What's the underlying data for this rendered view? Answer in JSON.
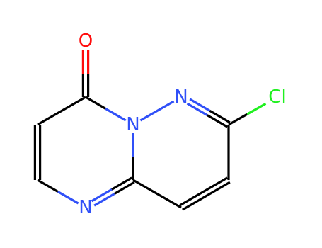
{
  "molecule": {
    "atoms": [
      {
        "id": "O1",
        "element": "O",
        "label": "O",
        "color": "#ff0d0d"
      },
      {
        "id": "C1",
        "element": "C",
        "label": "",
        "color": "#000000"
      },
      {
        "id": "N1",
        "element": "N",
        "label": "N",
        "color": "#3050f8"
      },
      {
        "id": "N2",
        "element": "N",
        "label": "N",
        "color": "#3050f8"
      },
      {
        "id": "C2",
        "element": "C",
        "label": "",
        "color": "#000000"
      },
      {
        "id": "Cl1",
        "element": "Cl",
        "label": "Cl",
        "color": "#1ff01f"
      },
      {
        "id": "C3",
        "element": "C",
        "label": "",
        "color": "#000000"
      },
      {
        "id": "C4",
        "element": "C",
        "label": "",
        "color": "#000000"
      },
      {
        "id": "C5",
        "element": "C",
        "label": "",
        "color": "#000000"
      },
      {
        "id": "N3",
        "element": "N",
        "label": "N",
        "color": "#3050f8"
      },
      {
        "id": "C6",
        "element": "C",
        "label": "",
        "color": "#000000"
      },
      {
        "id": "C7",
        "element": "C",
        "label": "",
        "color": "#000000"
      }
    ],
    "bonds": [
      {
        "from": "C1",
        "to": "O1",
        "order": 2
      },
      {
        "from": "C1",
        "to": "N1",
        "order": 1
      },
      {
        "from": "N1",
        "to": "N2",
        "order": 1
      },
      {
        "from": "N2",
        "to": "C2",
        "order": 2
      },
      {
        "from": "C2",
        "to": "Cl1",
        "order": 1
      },
      {
        "from": "C2",
        "to": "C3",
        "order": 1
      },
      {
        "from": "C3",
        "to": "C4",
        "order": 2
      },
      {
        "from": "C4",
        "to": "C5",
        "order": 1
      },
      {
        "from": "C5",
        "to": "N1",
        "order": 1
      },
      {
        "from": "C5",
        "to": "N3",
        "order": 2
      },
      {
        "from": "N3",
        "to": "C6",
        "order": 1
      },
      {
        "from": "C6",
        "to": "C7",
        "order": 2
      },
      {
        "from": "C7",
        "to": "C1",
        "order": 1
      }
    ]
  },
  "colors": {
    "carbon": "#000000",
    "nitrogen": "#3050f8",
    "oxygen": "#ff0d0d",
    "chlorine": "#1ff01f",
    "background": "#ffffff"
  }
}
